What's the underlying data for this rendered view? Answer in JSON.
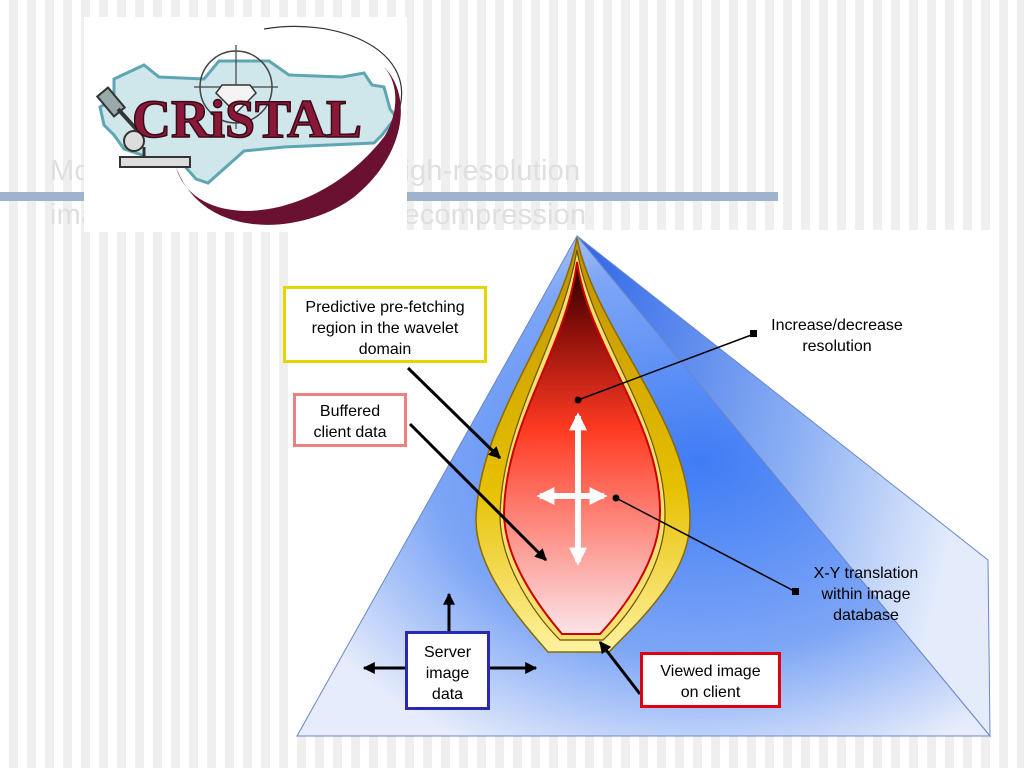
{
  "slide": {
    "title_line1": "Mo                                 ation and browsing of high-resolution",
    "title_line2": "ima                                  fetching and warping-decompression"
  },
  "logo": {
    "text": "CRiSTAL",
    "colors": {
      "frame": "#7ab8c4",
      "text": "#8a1838",
      "swoosh": "#6a1030"
    }
  },
  "diagram": {
    "labels": {
      "predictive": "Predictive pre-fetching\nregion in the wavelet\ndomain",
      "buffered": "Buffered\nclient data",
      "increase_decrease": "Increase/decrease\nresolution",
      "xy_translation": "X-Y translation\nwithin image\ndatabase",
      "server": "Server\nimage\ndata",
      "viewed": "Viewed image\non client"
    },
    "colors": {
      "pyramid": "#5d8ff5",
      "prefetch": "#e6b800",
      "buffer": "#f5e060",
      "viewed": "#ff3a2a",
      "predict_box": "#e5d500",
      "buffered_box": "#f08080",
      "server_box": "#2a2ab0",
      "viewed_box": "#e00010"
    }
  }
}
